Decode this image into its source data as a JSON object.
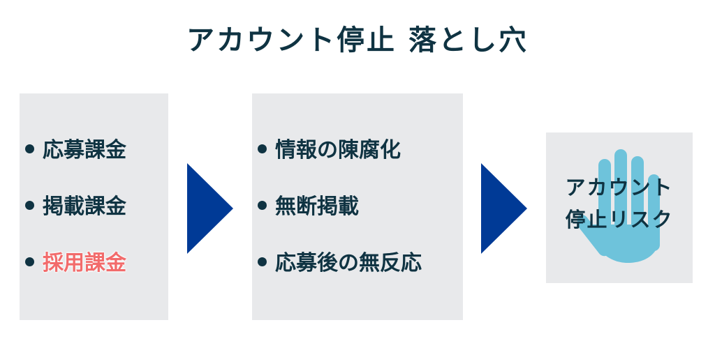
{
  "title": "アカウント停止 落とし穴",
  "columns": [
    {
      "items": [
        {
          "text": "応募課金",
          "highlight": false
        },
        {
          "text": "掲載課金",
          "highlight": false
        },
        {
          "text": "採用課金",
          "highlight": true
        }
      ]
    },
    {
      "items": [
        {
          "text": "情報の陳腐化",
          "highlight": false
        },
        {
          "text": "無断掲載",
          "highlight": false
        },
        {
          "text": "応募後の無反応",
          "highlight": false
        }
      ]
    }
  ],
  "result": {
    "line1": "アカウント",
    "line2": "停止リスク",
    "icon": "stop-hand-icon"
  },
  "colors": {
    "text": "#0f3342",
    "highlight": "#f26b6b",
    "arrow": "#003a96",
    "box": "#e8e9eb",
    "hand": "#6ec3db"
  }
}
